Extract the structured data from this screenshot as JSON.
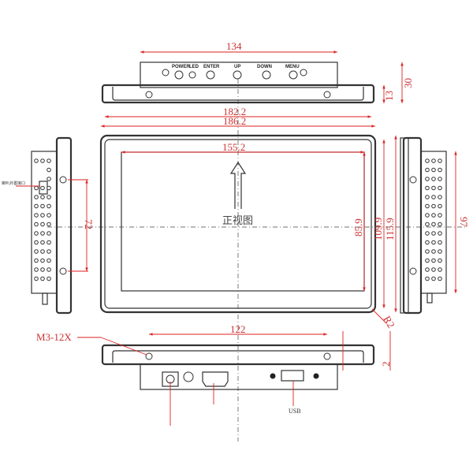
{
  "drawing": {
    "front_view_label": "正视图",
    "buttons": [
      "POWER",
      "LED",
      "ENTER",
      "UP",
      "DOWN",
      "MENU"
    ],
    "dimensions": {
      "top_bracket_width": "134",
      "top_depth": "30",
      "top_bezel_depth": "13",
      "outer_width_inner": "182.2",
      "outer_width": "186.2",
      "active_width": "155.2",
      "active_height": "85.9",
      "inner_height": "109.9",
      "outer_height": "115.9",
      "side_height": "97",
      "left_mount_spacing": "72",
      "bottom_mount_spacing": "122",
      "bezel_step": "2",
      "corner_radius": "R2"
    },
    "screw_label": "M3-12X",
    "usb_label": "USB",
    "speaker_label": "喇叭外置接口",
    "colors": {
      "dimension": "#d22222",
      "outline": "#333333",
      "mark": "#cc44cc"
    }
  }
}
